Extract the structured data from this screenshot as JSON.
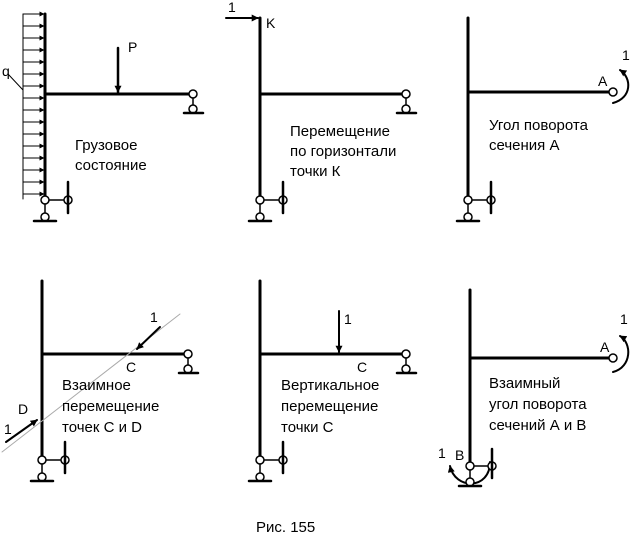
{
  "figure_caption": "Рис. 155",
  "panels": [
    {
      "id": "load-state",
      "caption_lines": [
        "Грузовое",
        "состояние"
      ],
      "load_P": "P",
      "load_q": "q"
    },
    {
      "id": "horizontal-displacement-k",
      "caption_lines": [
        "Перемещение",
        "по горизонтали",
        "точки К"
      ],
      "point": "K",
      "unit_force": "1"
    },
    {
      "id": "rotation-a",
      "caption_lines": [
        "Угол поворота",
        "сечения А"
      ],
      "point": "A",
      "unit_moment": "1"
    },
    {
      "id": "mutual-displacement-cd",
      "caption_lines": [
        "Взаимное",
        "перемещение",
        "точек С и D"
      ],
      "point_c": "C",
      "point_d": "D",
      "unit_force_c": "1",
      "unit_force_d": "1"
    },
    {
      "id": "vertical-displacement-c",
      "caption_lines": [
        "Вертикальное",
        "перемещение",
        "точки С"
      ],
      "point": "C",
      "unit_force": "1"
    },
    {
      "id": "mutual-rotation-ab",
      "caption_lines": [
        "Взаимный",
        "угол поворота",
        "сечений А и В"
      ],
      "point_a": "A",
      "point_b": "B",
      "unit_moment_a": "1",
      "unit_moment_b": "1"
    }
  ]
}
